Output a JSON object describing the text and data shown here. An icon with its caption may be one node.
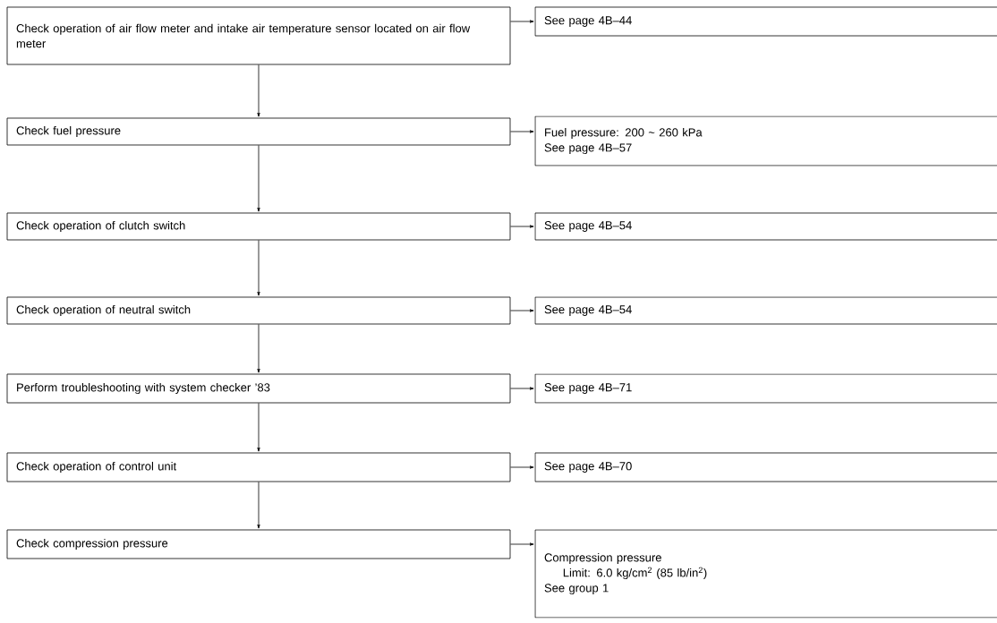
{
  "diagram": {
    "nodes": [
      {
        "text": [
          "Check operation of air flow meter and intake air temperature sensor located on air flow meter"
        ]
      },
      {
        "text": [
          "See page 4B–44"
        ]
      },
      {
        "text": [
          "Check fuel pressure"
        ]
      },
      {
        "text": [
          "Fuel pressure: 200 ~ 260 kPa",
          "See page 4B–57"
        ]
      },
      {
        "text": [
          "Check operation of clutch switch"
        ]
      },
      {
        "text": [
          "See page 4B–54"
        ]
      },
      {
        "text": [
          "Check operation of neutral switch"
        ]
      },
      {
        "text": [
          "See page 4B–54"
        ]
      },
      {
        "text": [
          "Perform troubleshooting with system checker ’83"
        ]
      },
      {
        "text": [
          "See page 4B–71"
        ]
      },
      {
        "text": [
          "Check operation of control unit"
        ]
      },
      {
        "text": [
          "See page 4B–70"
        ]
      },
      {
        "text": [
          "Check compression pressure"
        ]
      },
      {
        "text": [
          "Compression pressure",
          "Limit: 6.0 kg/cm$^{2}$ (85 lb/in$^{2}$)",
          "See group 1"
        ]
      }
    ],
    "edges": [
      {
        "from": 0,
        "to": 1,
        "arrow": "to"
      },
      {
        "from": 0,
        "to": 2,
        "arrow": "to"
      },
      {
        "from": 2,
        "to": 3,
        "arrow": "to"
      },
      {
        "from": 2,
        "to": 4,
        "arrow": "to"
      },
      {
        "from": 4,
        "to": 5,
        "arrow": "to"
      },
      {
        "from": 4,
        "to": 6,
        "arrow": "to"
      },
      {
        "from": 6,
        "to": 7,
        "arrow": "to"
      },
      {
        "from": 6,
        "to": 8,
        "arrow": "to"
      },
      {
        "from": 8,
        "to": 9,
        "arrow": "to"
      },
      {
        "from": 8,
        "to": 10,
        "arrow": "to"
      },
      {
        "from": 10,
        "to": 11,
        "arrow": "to"
      },
      {
        "from": 10,
        "to": 12,
        "arrow": "to"
      },
      {
        "from": 12,
        "to": 13,
        "arrow": "to"
      }
    ]
  }
}
